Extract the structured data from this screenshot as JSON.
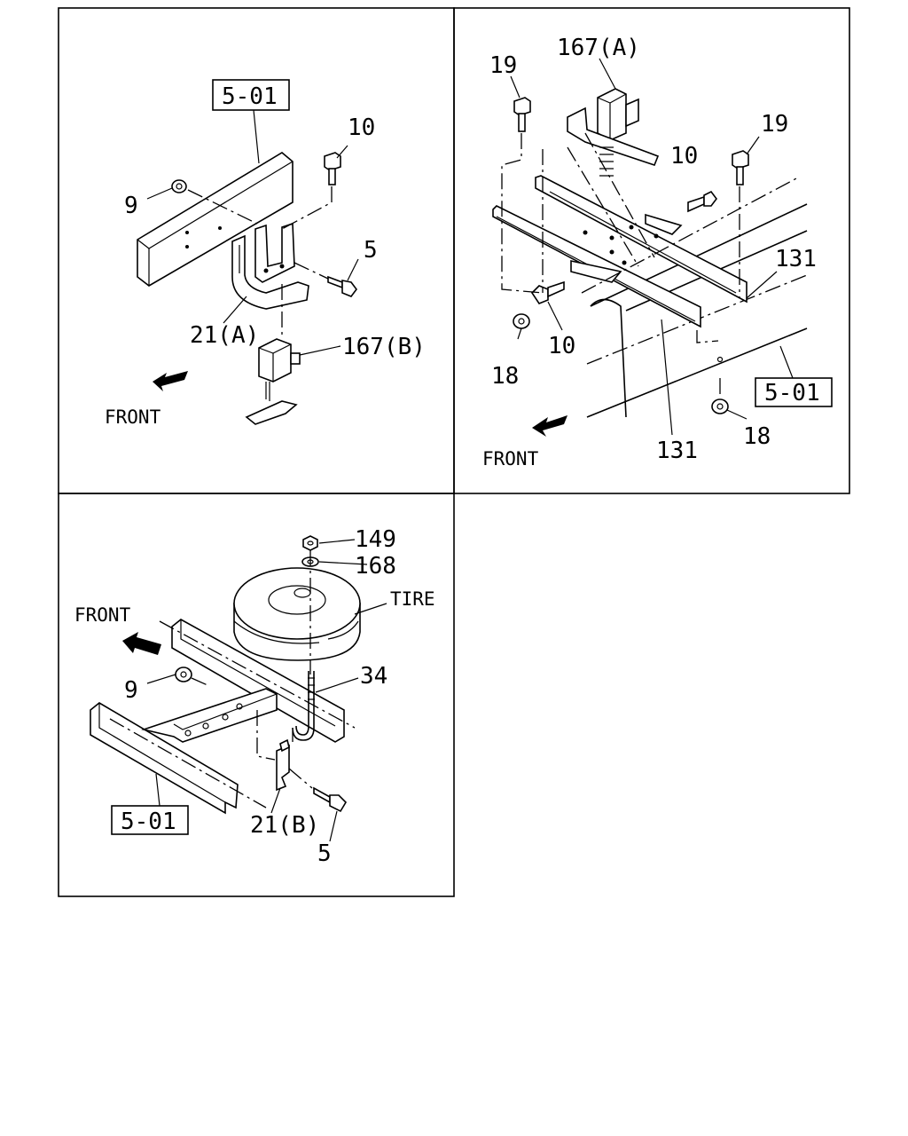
{
  "panels": {
    "top_left": {
      "labels": {
        "ref": "5-01",
        "p10": "10",
        "p9": "9",
        "p5": "5",
        "p21a": "21(A)",
        "p167b": "167(B)",
        "front": "FRONT"
      }
    },
    "top_right": {
      "labels": {
        "p167a": "167(A)",
        "p19a": "19",
        "p19b": "19",
        "p10a": "10",
        "p10b": "10",
        "p131a": "131",
        "p131b": "131",
        "p18a": "18",
        "p18b": "18",
        "ref": "5-01",
        "front": "FRONT"
      }
    },
    "bottom_left": {
      "labels": {
        "p149": "149",
        "p168": "168",
        "tire": "TIRE",
        "front": "FRONT",
        "p9": "9",
        "p34": "34",
        "ref": "5-01",
        "p21b": "21(B)",
        "p5": "5"
      }
    }
  }
}
